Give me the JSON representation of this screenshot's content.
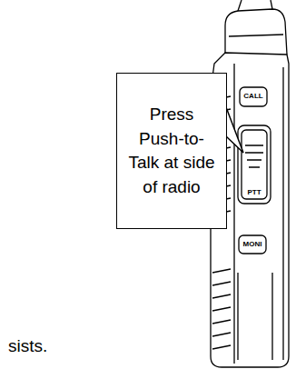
{
  "diagram": {
    "nodes": [
      {
        "text": [
          "Press Push-to-Talk at side of radio"
        ]
      }
    ],
    "labels": [
      "CALL",
      "PTT",
      "MONI",
      "sists."
    ]
  }
}
